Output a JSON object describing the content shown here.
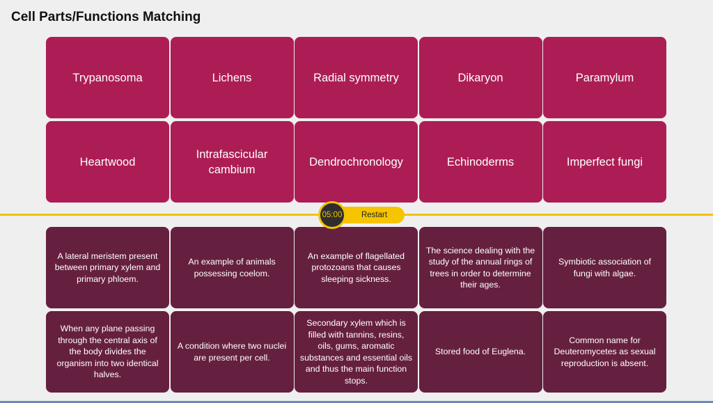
{
  "title": "Cell Parts/Functions Matching",
  "terms": [
    "Trypanosoma",
    "Lichens",
    "Radial symmetry",
    "Dikaryon",
    "Paramylum",
    "Heartwood",
    "Intrafascicular cambium",
    "Dendrochronology",
    "Echinoderms",
    "Imperfect fungi"
  ],
  "definitions": [
    "A lateral meristem present between primary xylem and primary phloem.",
    "An example of animals possessing coelom.",
    "An example of flagellated protozoans that causes sleeping sickness.",
    "The science dealing with the study of the annual rings of trees in order to determine their ages.",
    "Symbiotic association of fungi with algae.",
    "When any plane passing through the central axis of the body divides the organism into two identical halves.",
    "A condition where two nuclei are present per cell.",
    "Secondary xylem which is filled with tannins, resins, oils, gums, aromatic substances and essential oils and thus the main function stops.",
    "Stored food of Euglena.",
    "Common name for Deuteromycetes as sexual reproduction is absent."
  ],
  "timer": "05:00",
  "restart_label": "Restart",
  "colors": {
    "term_tile": "#ad1d55",
    "definition_tile": "#66203f",
    "accent": "#f2c200",
    "background": "#efefef"
  }
}
